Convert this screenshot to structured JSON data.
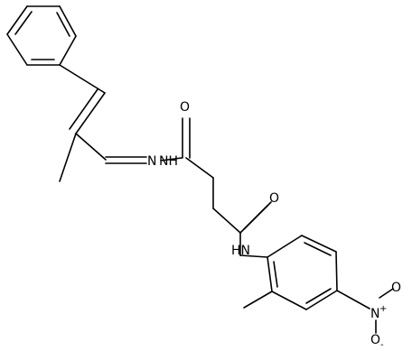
{
  "molecule": {
    "atom_labels": {
      "o_top": "O",
      "nn_n": "N",
      "hydrazide_nh": "NH",
      "o_bottom": "O",
      "amide_nh": "HN",
      "nitro_n_plus": "N",
      "nitro_o_right": "O",
      "nitro_o_minus": "O"
    },
    "charges": {
      "nitro_n_plus": "+",
      "nitro_o_minus": "-"
    },
    "colors": {
      "bond": "#000000",
      "label": "#000000",
      "background": "#ffffff"
    }
  }
}
